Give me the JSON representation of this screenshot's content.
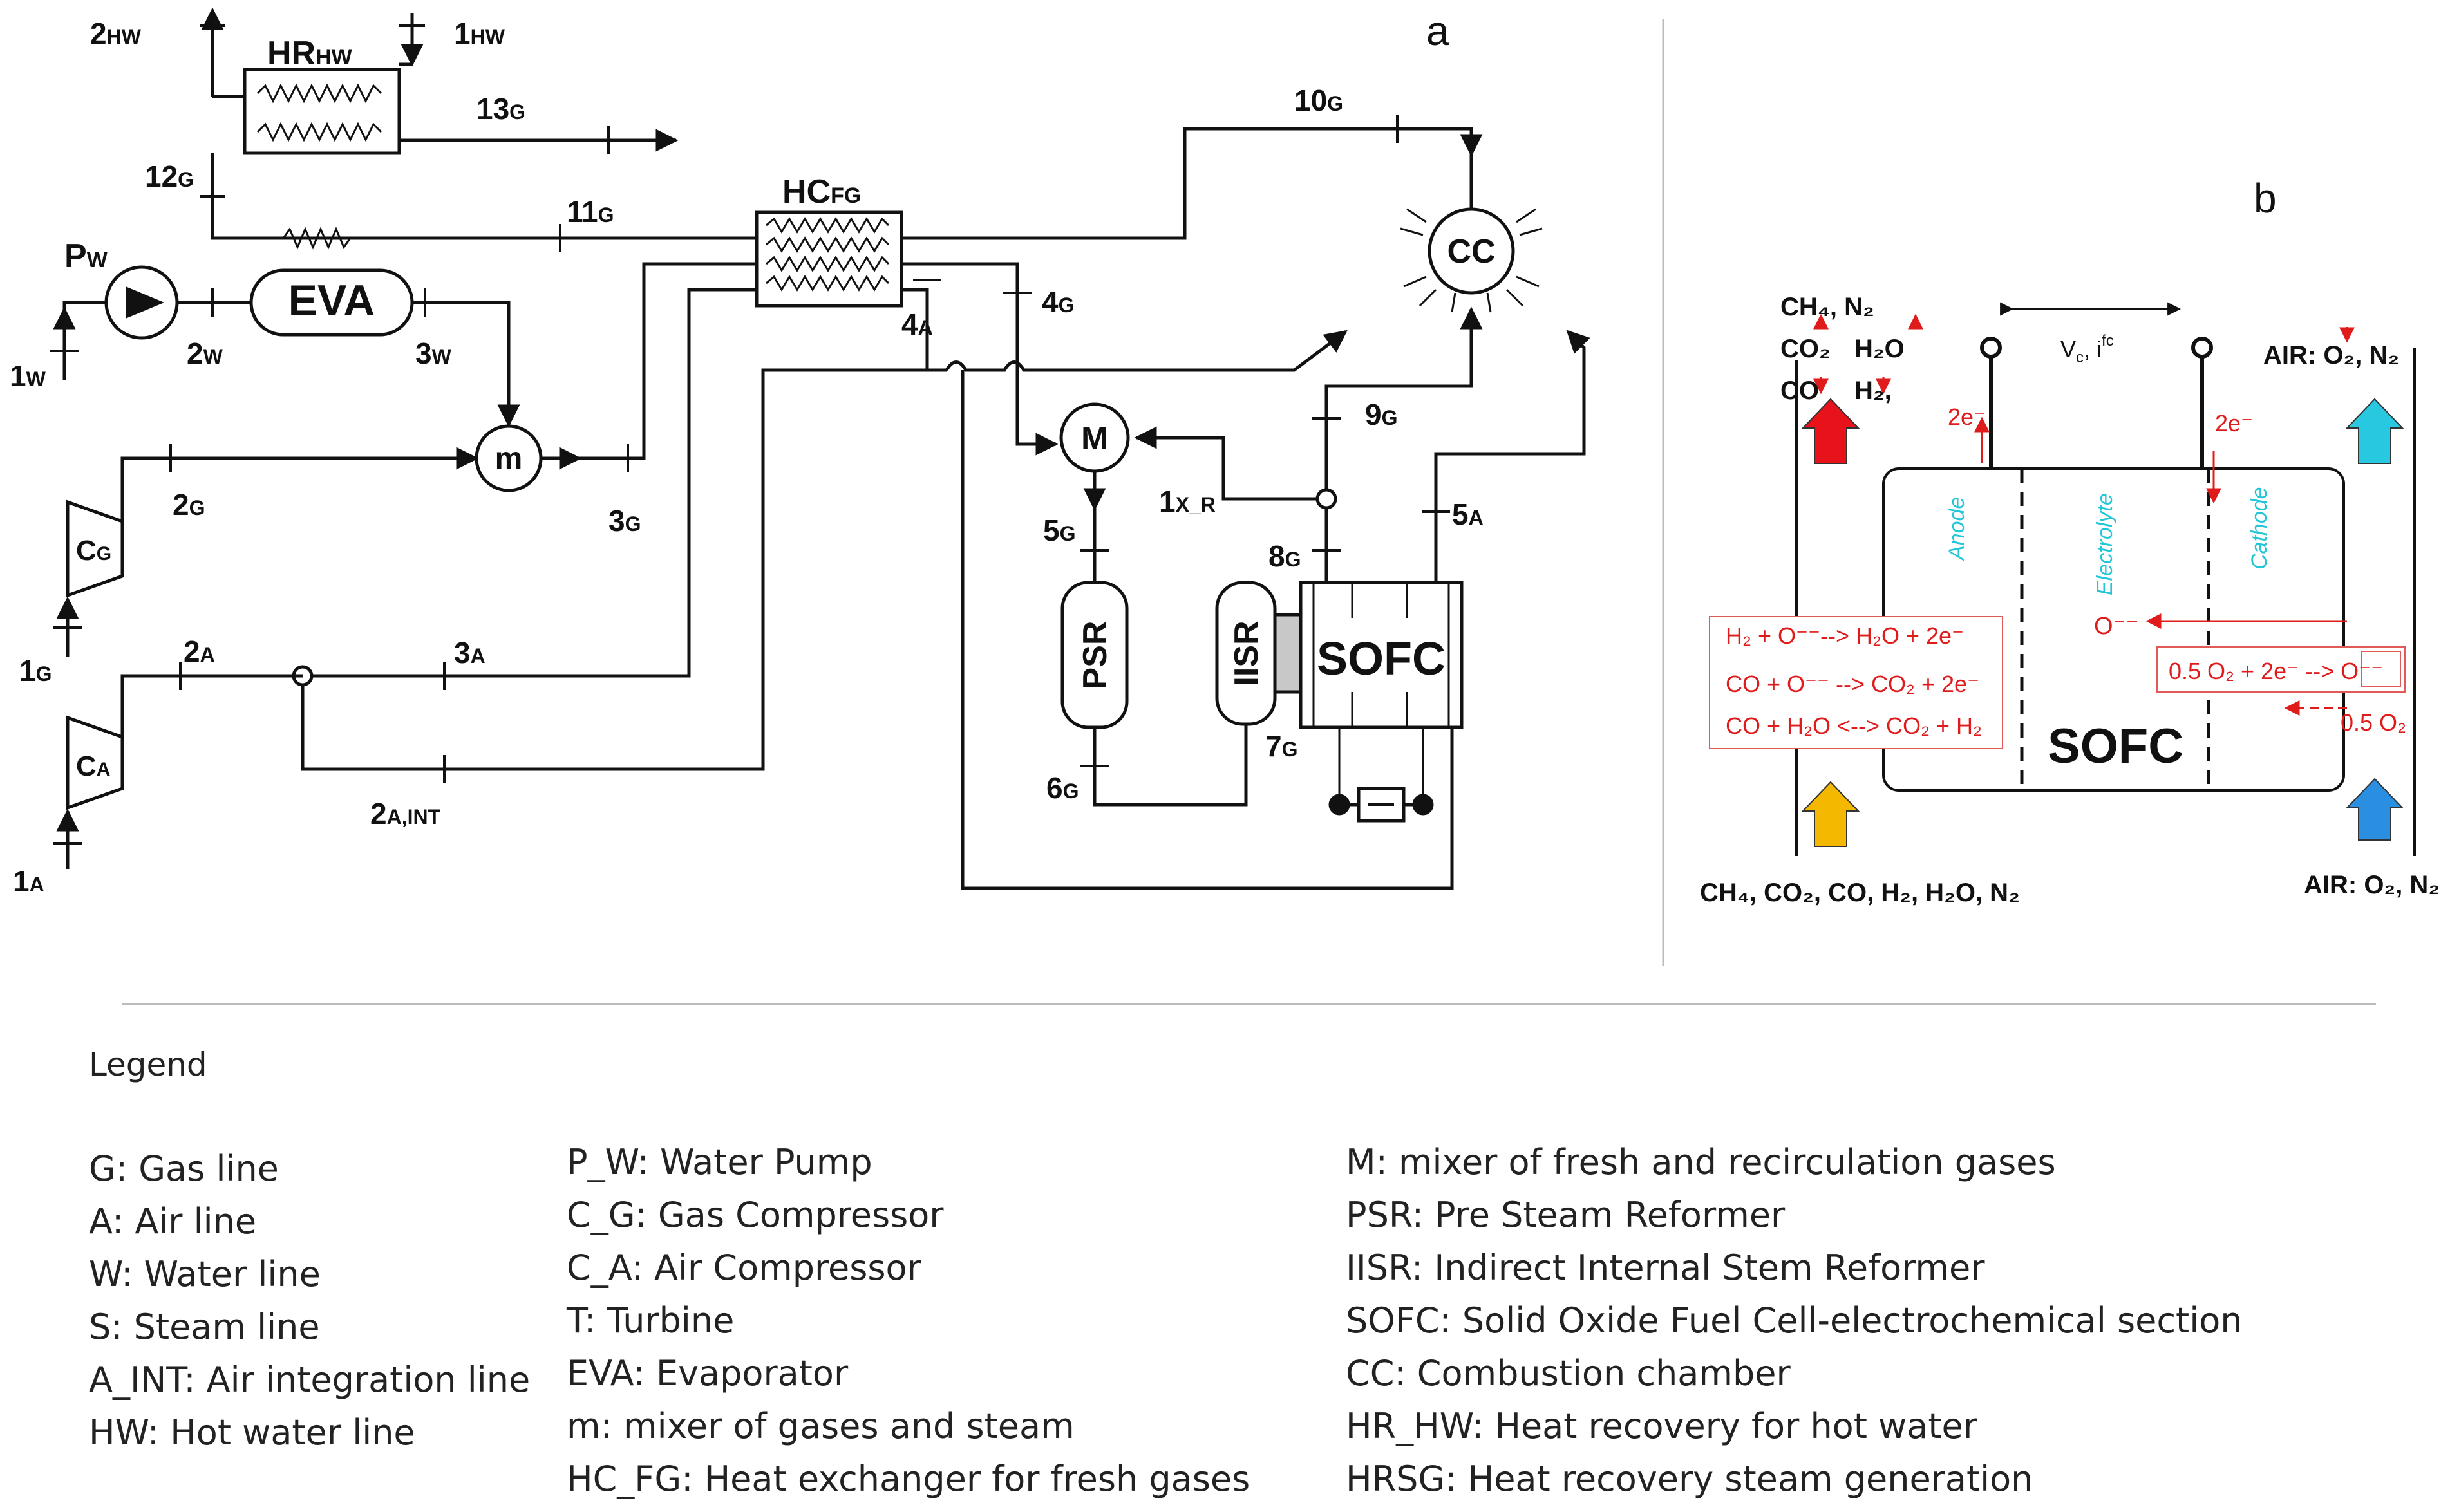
{
  "panel_a": {
    "letter": "a",
    "components": {
      "hr_hw": "HR_HW",
      "hc_fg": "HC_FG",
      "eva": "EVA",
      "pump": "P_W",
      "mixer_m": "m",
      "mixer_M": "M",
      "cc": "CC",
      "psr": "PSR",
      "iisr": "IISR",
      "sofc": "SOFC",
      "cg": "C_G",
      "ca": "C_A"
    },
    "streams": {
      "s1hw": "1HW",
      "s2hw": "2HW",
      "s13g": "13G",
      "s12g": "12G",
      "s11g": "11G",
      "s10g": "10G",
      "s1w": "1W",
      "s2w": "2W",
      "s3w": "3W",
      "s2g": "2G",
      "s3g": "3G",
      "s1g": "1G",
      "s4a": "4A",
      "s4g": "4G",
      "s9g": "9G",
      "s1xr": "1X_R",
      "s5g": "5G",
      "s8g": "8G",
      "s5a": "5A",
      "s7g": "7G",
      "s6g": "6G",
      "s1a": "1A",
      "s2a": "2A",
      "s3a": "3A",
      "s2aint": "2A,INT"
    }
  },
  "panel_b": {
    "letter": "b",
    "top_left_1": "CH₄, N₂",
    "top_left_2": "CO₂",
    "top_left_3": "H₂O",
    "top_left_4": "CO",
    "top_left_5": "H₂,",
    "voltage": "V",
    "voltage_sub": "c",
    "current": "i",
    "current_sup": "fc",
    "two_e_left": "2e⁻",
    "two_e_right": "2e⁻",
    "air_top": "AIR: O₂, N₂",
    "anode": "Anode",
    "electrolyte": "Electrolyte",
    "cathode": "Cathode",
    "o_ion": "O⁻⁻",
    "reaction_1": "H₂  + O⁻⁻--> H₂O + 2e⁻",
    "reaction_2": "CO + O⁻⁻ --> CO₂ + 2e⁻",
    "reaction_3": "CO + H₂O <--> CO₂ + H₂",
    "cathode_reaction": "0.5 O₂  + 2e⁻ --> O⁻⁻",
    "o2_in": "0.5 O₂",
    "sofc": "SOFC",
    "bottom_left": "CH₄, CO₂, CO, H₂, H₂O, N₂",
    "air_bottom": "AIR: O₂, N₂",
    "colors": {
      "red_arrow": "#e8121b",
      "yellow_arrow": "#f5b800",
      "cyan_arrow": "#28c8e0",
      "blue_arrow": "#2a8fe0"
    }
  },
  "legend": {
    "title": "Legend",
    "col1": [
      "G: Gas line",
      "A: Air line",
      "W: Water line",
      "S: Steam line",
      "A_INT: Air integration line",
      "HW: Hot water line"
    ],
    "col2": [
      "P_W: Water Pump",
      "C_G: Gas Compressor",
      "C_A: Air Compressor",
      "T: Turbine",
      "EVA: Evaporator",
      "m: mixer of gases and steam",
      "HC_FG: Heat exchanger for fresh gases"
    ],
    "col3": [
      "M: mixer of fresh and recirculation gases",
      "PSR: Pre Steam Reformer",
      "IISR: Indirect Internal Stem Reformer",
      "SOFC: Solid Oxide Fuel Cell-electrochemical section",
      "CC: Combustion chamber",
      "HR_HW: Heat recovery for hot water",
      "HRSG: Heat recovery steam generation"
    ]
  }
}
